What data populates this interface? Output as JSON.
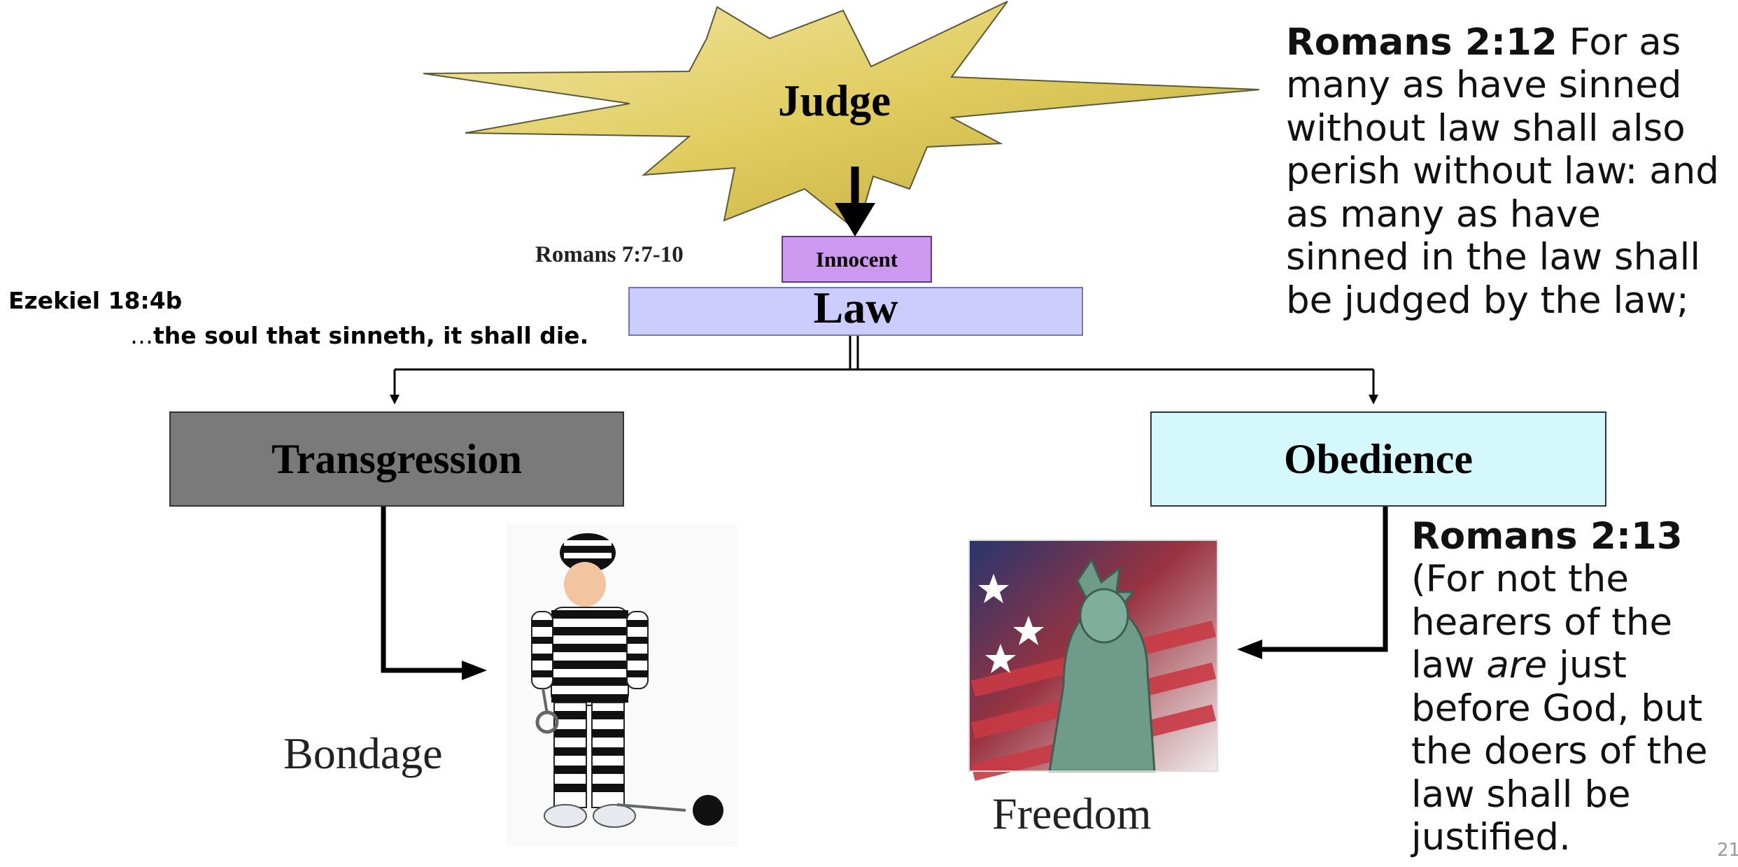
{
  "diagram": {
    "judge": "Judge",
    "romans_7_ref": "Romans 7:7-10",
    "innocent": "Innocent",
    "law": "Law",
    "transgression": "Transgression",
    "obedience": "Obedience",
    "bondage": "Bondage",
    "freedom": "Freedom"
  },
  "ezekiel": {
    "reference": "Ezekiel 18:4b",
    "ellipsis": "…",
    "quote": "the soul that sinneth, it shall die."
  },
  "romans_2_12": {
    "reference": "Romans 2:12",
    "text": " For as many as have sinned without law shall also perish without law: and as many as have sinned in the law shall be judged by the law;"
  },
  "romans_2_13": {
    "reference": "Romans 2:13",
    "text_before": " (For not the hearers of the law ",
    "text_italic": "are",
    "text_after": " just before God, but the doers of the law shall be justified."
  },
  "slide_number": "21",
  "colors": {
    "star_fill": "#e2d06a",
    "law_fill": "#ccccff",
    "innocent_fill": "#cc99ee",
    "transgression_fill": "#7a7a7a",
    "obedience_fill": "#d4f8fc"
  },
  "icons": [
    "judge-starburst-icon",
    "boy-prisoner-picture",
    "statue-of-liberty-flag-picture"
  ]
}
